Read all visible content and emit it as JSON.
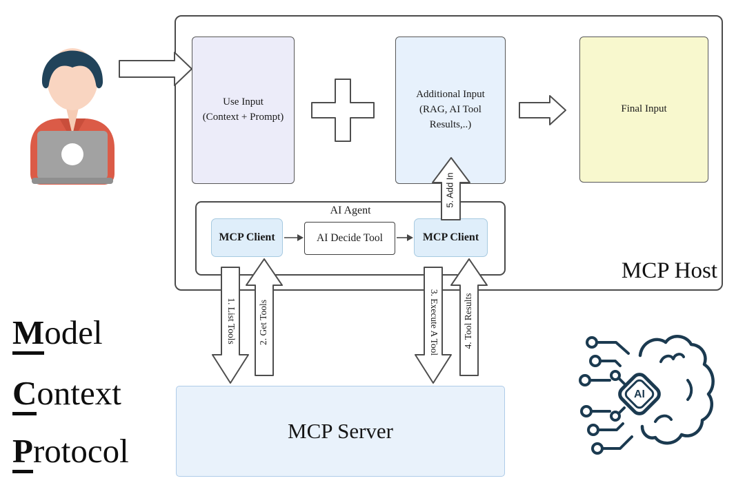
{
  "diagram": {
    "host_label": "MCP Host",
    "use_input": {
      "line1": "Use Input",
      "line2": "(Context + Prompt)"
    },
    "additional_input": {
      "line1": "Additional Input",
      "line2": "(RAG, AI Tool",
      "line3": "Results,..)"
    },
    "final_input": "Final Input",
    "agent": {
      "title": "AI Agent",
      "mcp_client_left": "MCP Client",
      "ai_decide_tool": "AI Decide Tool",
      "mcp_client_right": "MCP Client"
    },
    "server_label": "MCP Server",
    "arrows": {
      "list_tools": "1. List Tools",
      "get_tools": "2. Get Tools",
      "execute_tool": "3. Execute A Tool",
      "tool_results": "4. Tool Results",
      "add_in": "5. Add In"
    },
    "wordmark": {
      "model_initial": "M",
      "model_rest": "odel",
      "context_initial": "C",
      "context_rest": "ontext",
      "protocol_initial": "P",
      "protocol_rest": "rotocol"
    },
    "ai_chip_label": "AI",
    "icons": {
      "person": "person-at-laptop-icon",
      "brain": "ai-brain-circuit-icon",
      "plus": "plus-sign-icon"
    },
    "colors": {
      "box_border": "#4d4d4d",
      "use_input_bg": "#ececf9",
      "additional_input_bg": "#e7f1fc",
      "final_input_bg": "#f8f8ce",
      "client_bg": "#dfeefa",
      "client_border": "#a6c9e0",
      "server_bg": "#e9f2fb",
      "server_border": "#aecbe8",
      "icon_navy": "#1b3a50",
      "person_hair": "#21435a",
      "person_skin": "#f9d5c1",
      "person_shirt": "#db5b47",
      "laptop_gray": "#a2a2a2"
    }
  }
}
